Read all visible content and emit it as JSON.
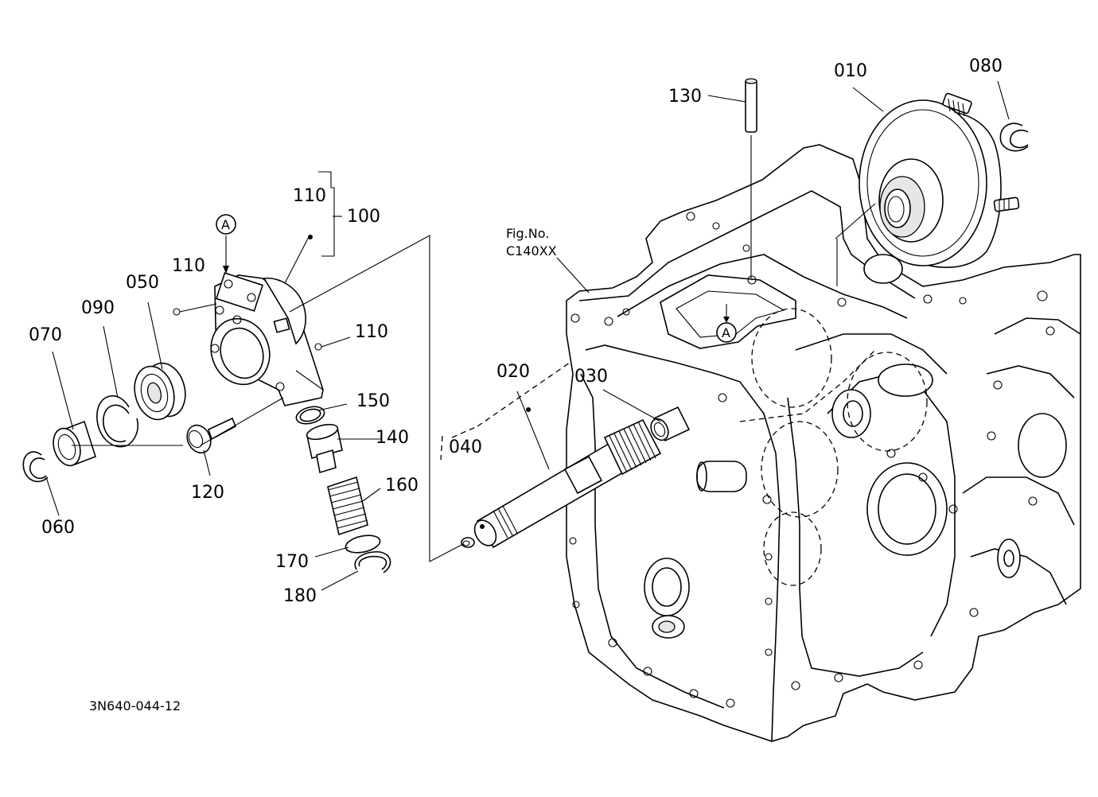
{
  "drawing_code": "3N640-044-12",
  "figure_reference": {
    "line1": "Fig.No.",
    "line2": "C140XX"
  },
  "view_marker": "A",
  "part_labels": {
    "p010": "010",
    "p020": "020",
    "p030": "030",
    "p040": "040",
    "p050": "050",
    "p060": "060",
    "p070": "070",
    "p080": "080",
    "p090": "090",
    "p100": "100",
    "p110_top": "110",
    "p110_left": "110",
    "p110_right": "110",
    "p120": "120",
    "p130": "130",
    "p140": "140",
    "p150": "150",
    "p160": "160",
    "p170": "170",
    "p180": "180"
  }
}
